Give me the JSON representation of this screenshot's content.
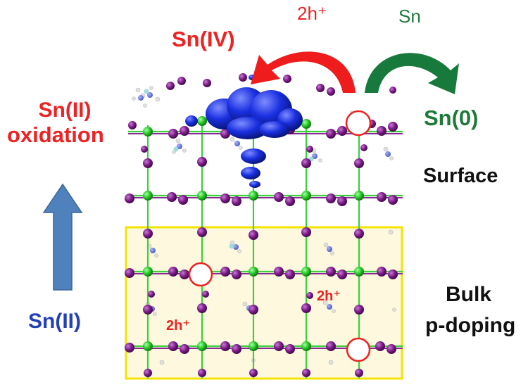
{
  "labels": {
    "sn_ii_oxidation_line1": "Sn(II)",
    "sn_ii_oxidation_line2": "oxidation",
    "sn_ii": "Sn(II)",
    "sn_iv": "Sn(IV)",
    "two_h_top": "2h⁺",
    "sn_top": "Sn",
    "sn_0": "Sn(0)",
    "surface": "Surface",
    "bulk": "Bulk",
    "p_doping": "p-doping",
    "two_h_bulk_left": "2h⁺",
    "two_h_bulk_right": "2h⁺"
  },
  "colors": {
    "oxidation_text": "#ee2222",
    "sn0_text": "#1f7a3a",
    "sn_ii_text": "#2340b8",
    "arrow_up": "#4f82bd",
    "arrow_red": "#ee1c1c",
    "arrow_green": "#177a3c",
    "bulk_box_fill": "#fdf8de",
    "bulk_box_border": "#f3e400",
    "tin_atom": "#22c422",
    "iodine_atom": "#7b1a86",
    "density_blob": "#1428d8"
  }
}
